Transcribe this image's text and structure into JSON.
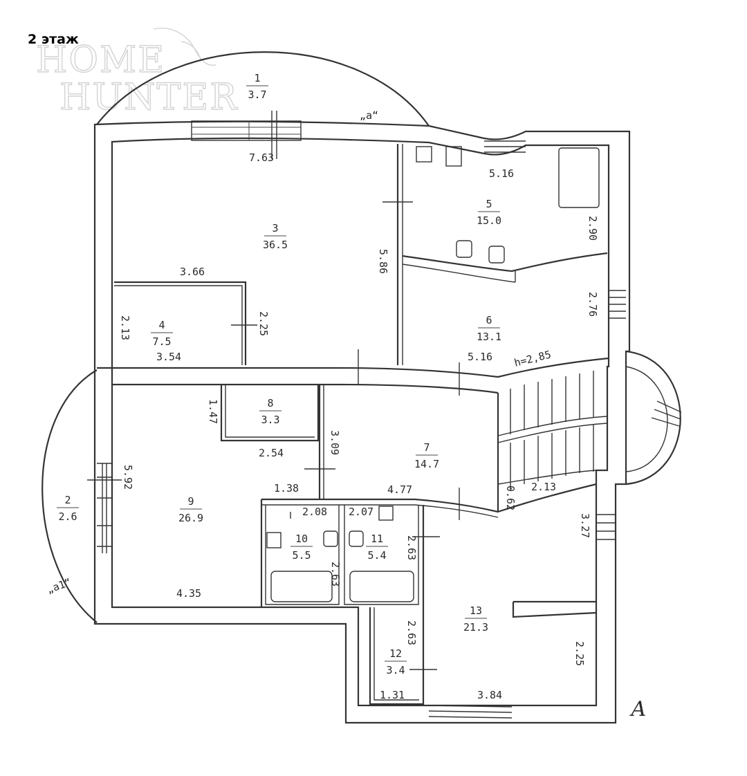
{
  "floor_title": "2 этаж",
  "watermark": {
    "line1": "HOME",
    "line2": "HUNTER"
  },
  "balcony_markers": {
    "a": "„а“",
    "a1": "„а1“"
  },
  "ceiling_height": "h=2,85",
  "corner_mark": "А",
  "rooms": [
    {
      "n": "1",
      "area": "3.7"
    },
    {
      "n": "2",
      "area": "2.6"
    },
    {
      "n": "3",
      "area": "36.5"
    },
    {
      "n": "4",
      "area": "7.5"
    },
    {
      "n": "5",
      "area": "15.0"
    },
    {
      "n": "6",
      "area": "13.1"
    },
    {
      "n": "7",
      "area": "14.7"
    },
    {
      "n": "8",
      "area": "3.3"
    },
    {
      "n": "9",
      "area": "26.9"
    },
    {
      "n": "10",
      "area": "5.5"
    },
    {
      "n": "11",
      "area": "5.4"
    },
    {
      "n": "12",
      "area": "3.4"
    },
    {
      "n": "13",
      "area": "21.3"
    }
  ],
  "dimensions": [
    "7.63",
    "5.16",
    "2.90",
    "5.86",
    "3.66",
    "2.25",
    "2.13",
    "3.54",
    "2.76",
    "5.16",
    "1.47",
    "2.54",
    "3.09",
    "5.92",
    "1.38",
    "2.08",
    "2.07",
    "4.77",
    "0.62",
    "2.13",
    "3.27",
    "2.63",
    "2.63",
    "4.35",
    "2.63",
    "2.25",
    "1.31",
    "3.84"
  ]
}
